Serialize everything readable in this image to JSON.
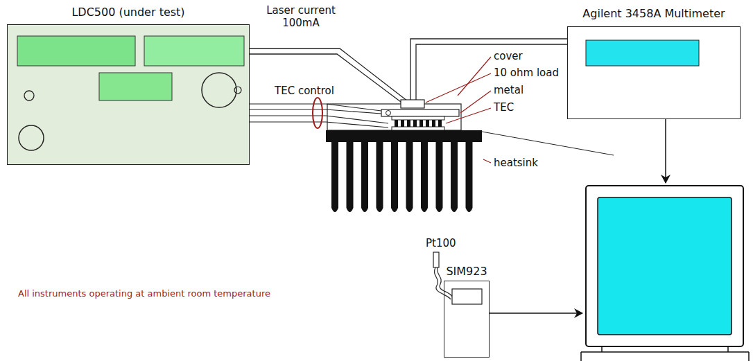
{
  "diagram": {
    "nodes": [
      {
        "text": [
          "LDC500 (under test)"
        ]
      },
      {
        "text": [
          "Agilent 3458A Multimeter"
        ]
      },
      {
        "text": [
          "SIM923"
        ]
      }
    ],
    "labels": [
      "Laser current 100mA",
      "TEC control",
      "cover",
      "10 ohm load",
      "metal",
      "TEC",
      "heatsink",
      "Pt100",
      "All instruments operating at ambient room temperature"
    ]
  }
}
